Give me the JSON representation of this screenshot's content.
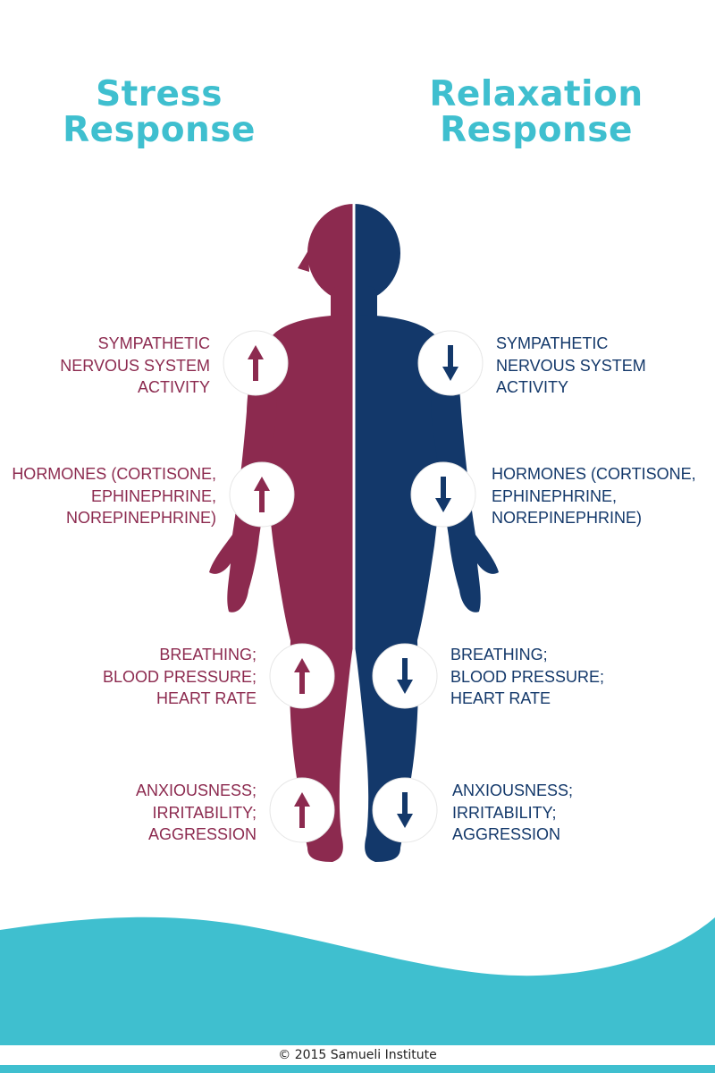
{
  "left_title": [
    "Stress",
    "Response"
  ],
  "right_title": [
    "Relaxation",
    "Response"
  ],
  "colors": {
    "accent": "#3fbfcf",
    "stress": "#8c2a4f",
    "relaxation": "#13386a"
  },
  "rows": [
    {
      "left": [
        "SYMPATHETIC",
        "NERVOUS SYSTEM",
        "ACTIVITY"
      ],
      "right": [
        "SYMPATHETIC",
        "NERVOUS SYSTEM",
        "ACTIVITY"
      ],
      "left_direction": "up",
      "right_direction": "down"
    },
    {
      "left": [
        "HORMONES (CORTISONE,",
        "EPHINEPHRINE,",
        "NOREPINEPHRINE)"
      ],
      "right": [
        "HORMONES (CORTISONE,",
        "EPHINEPHRINE,",
        "NOREPINEPHRINE)"
      ],
      "left_direction": "up",
      "right_direction": "down"
    },
    {
      "left": [
        "BREATHING;",
        "BLOOD PRESSURE;",
        "HEART RATE"
      ],
      "right": [
        "BREATHING;",
        "BLOOD PRESSURE;",
        "HEART RATE"
      ],
      "left_direction": "up",
      "right_direction": "down"
    },
    {
      "left": [
        "ANXIOUSNESS;",
        "IRRITABILITY;",
        "AGGRESSION"
      ],
      "right": [
        "ANXIOUSNESS;",
        "IRRITABILITY;",
        "AGGRESSION"
      ],
      "left_direction": "up",
      "right_direction": "down"
    }
  ],
  "footer": "© 2015 Samueli Institute"
}
